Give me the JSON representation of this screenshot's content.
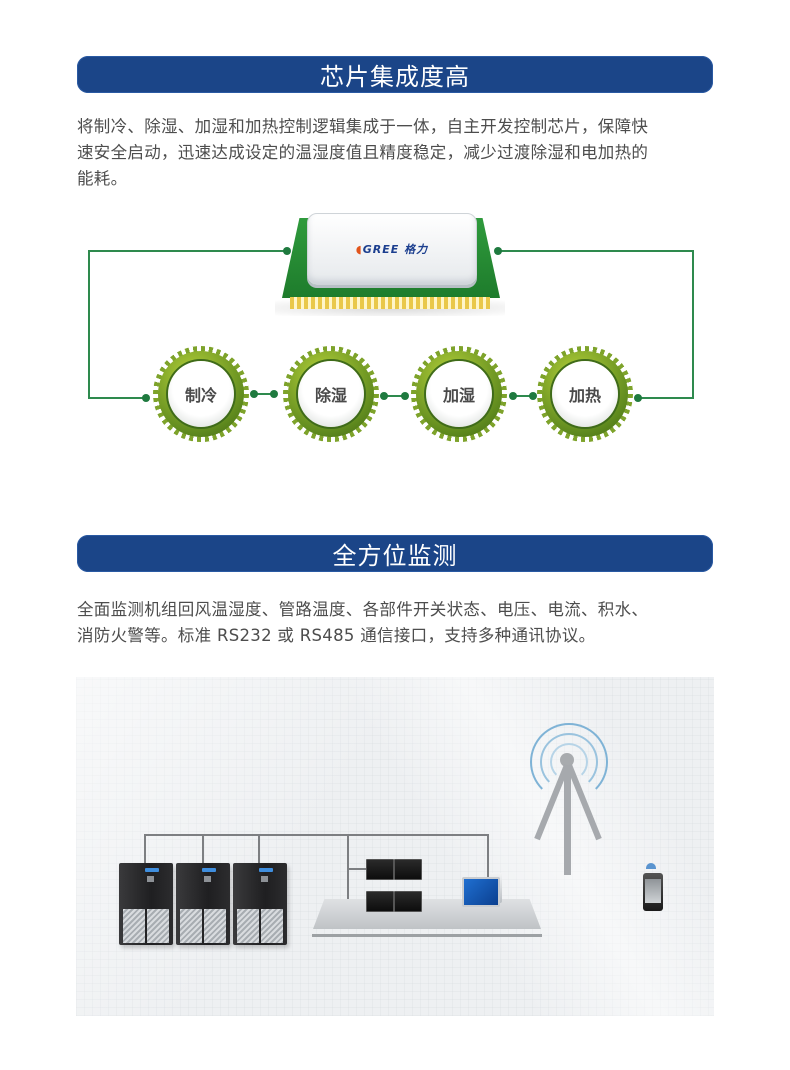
{
  "sections": [
    {
      "title": "芯片集成度高",
      "paragraph_lines": [
        "将制冷、除湿、加湿和加热控制逻辑集成于一体，自主开发控制芯片，保障快",
        "速安全启动，迅速达成设定的温湿度值且精度稳定，减少过渡除湿和电加热的",
        "能耗。"
      ],
      "diagram": {
        "chip_logo": "GREE 格力",
        "gears": [
          "制冷",
          "除湿",
          "加湿",
          "加热"
        ],
        "colors": {
          "wire": "#2e8a4e",
          "chip_green": "#2f9a3c",
          "gear_green": "#7ea32b"
        }
      }
    },
    {
      "title": "全方位监测",
      "paragraph_lines": [
        "全面监测机组回风温湿度、管路温度、各部件开关状态、电压、电流、积水、",
        "消防火警等。标准 RS232 或 RS485 通信接口，支持多种通讯协议。"
      ],
      "diagram": {
        "items": [
          "ac-unit",
          "ac-unit",
          "ac-unit",
          "monitor-wall",
          "computer",
          "signal-tower",
          "smartphone"
        ]
      }
    }
  ],
  "colors": {
    "banner": "#1b4588",
    "banner_text": "#ffffff",
    "body_text": "#4d4d4d"
  }
}
